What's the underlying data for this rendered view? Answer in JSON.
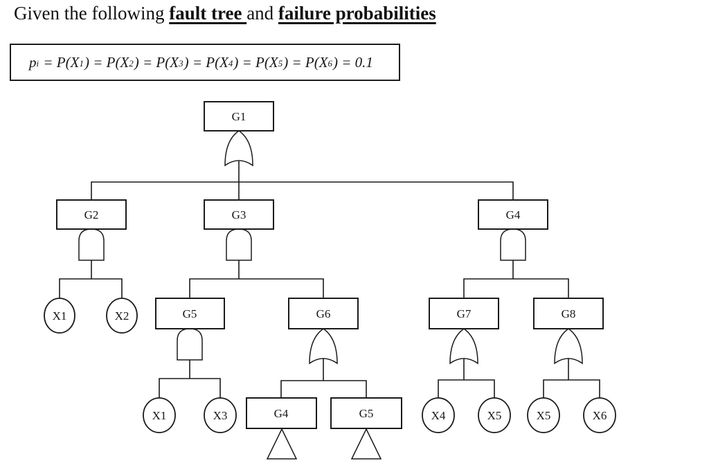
{
  "title": {
    "segments": [
      {
        "text": "Given the following "
      },
      {
        "text": "fault tree "
      },
      {
        "text": "and "
      },
      {
        "text": "failure probabilities"
      }
    ]
  },
  "formula": {
    "parts": [
      {
        "base": "p",
        "sub": "i"
      },
      {
        "base": " = P(X",
        "sub": "1"
      },
      {
        "base": ") = P(X",
        "sub": "2"
      },
      {
        "base": ") = P(X",
        "sub": "3"
      },
      {
        "base": ") = P(X",
        "sub": "4"
      },
      {
        "base": ") = P(X",
        "sub": "5"
      },
      {
        "base": ") = P(X",
        "sub": "6"
      },
      {
        "base": ") = 0.1",
        "sub": ""
      }
    ]
  },
  "tree": {
    "labels": {
      "g1": "G1",
      "g2": "G2",
      "g3": "G3",
      "g4": "G4",
      "g5": "G5",
      "g6": "G6",
      "g7": "G7",
      "g8": "G8",
      "t_g4": "G4",
      "t_g5": "G5",
      "x1a": "X1",
      "x2": "X2",
      "x1b": "X1",
      "x3": "X3",
      "x4": "X4",
      "x5a": "X5",
      "x5b": "X5",
      "x6": "X6"
    },
    "structure": [
      {
        "node": "G1",
        "gate": "OR",
        "children": [
          "G2",
          "G3",
          "G4"
        ]
      },
      {
        "node": "G2",
        "gate": "AND",
        "children": [
          "X1",
          "X2"
        ]
      },
      {
        "node": "G3",
        "gate": "AND",
        "children": [
          "G5",
          "G6"
        ]
      },
      {
        "node": "G4",
        "gate": "AND",
        "children": [
          "G7",
          "G8"
        ]
      },
      {
        "node": "G5",
        "gate": "AND",
        "children": [
          "X1",
          "X3"
        ]
      },
      {
        "node": "G6",
        "gate": "OR",
        "children": [
          "G4 (transfer)",
          "G5 (transfer)"
        ]
      },
      {
        "node": "G7",
        "gate": "OR",
        "children": [
          "X4",
          "X5"
        ]
      },
      {
        "node": "G8",
        "gate": "OR",
        "children": [
          "X5",
          "X6"
        ]
      }
    ],
    "basic_event_probability": "0.1"
  },
  "colors": {
    "ink": "#1a1a1a",
    "background": "#ffffff"
  }
}
